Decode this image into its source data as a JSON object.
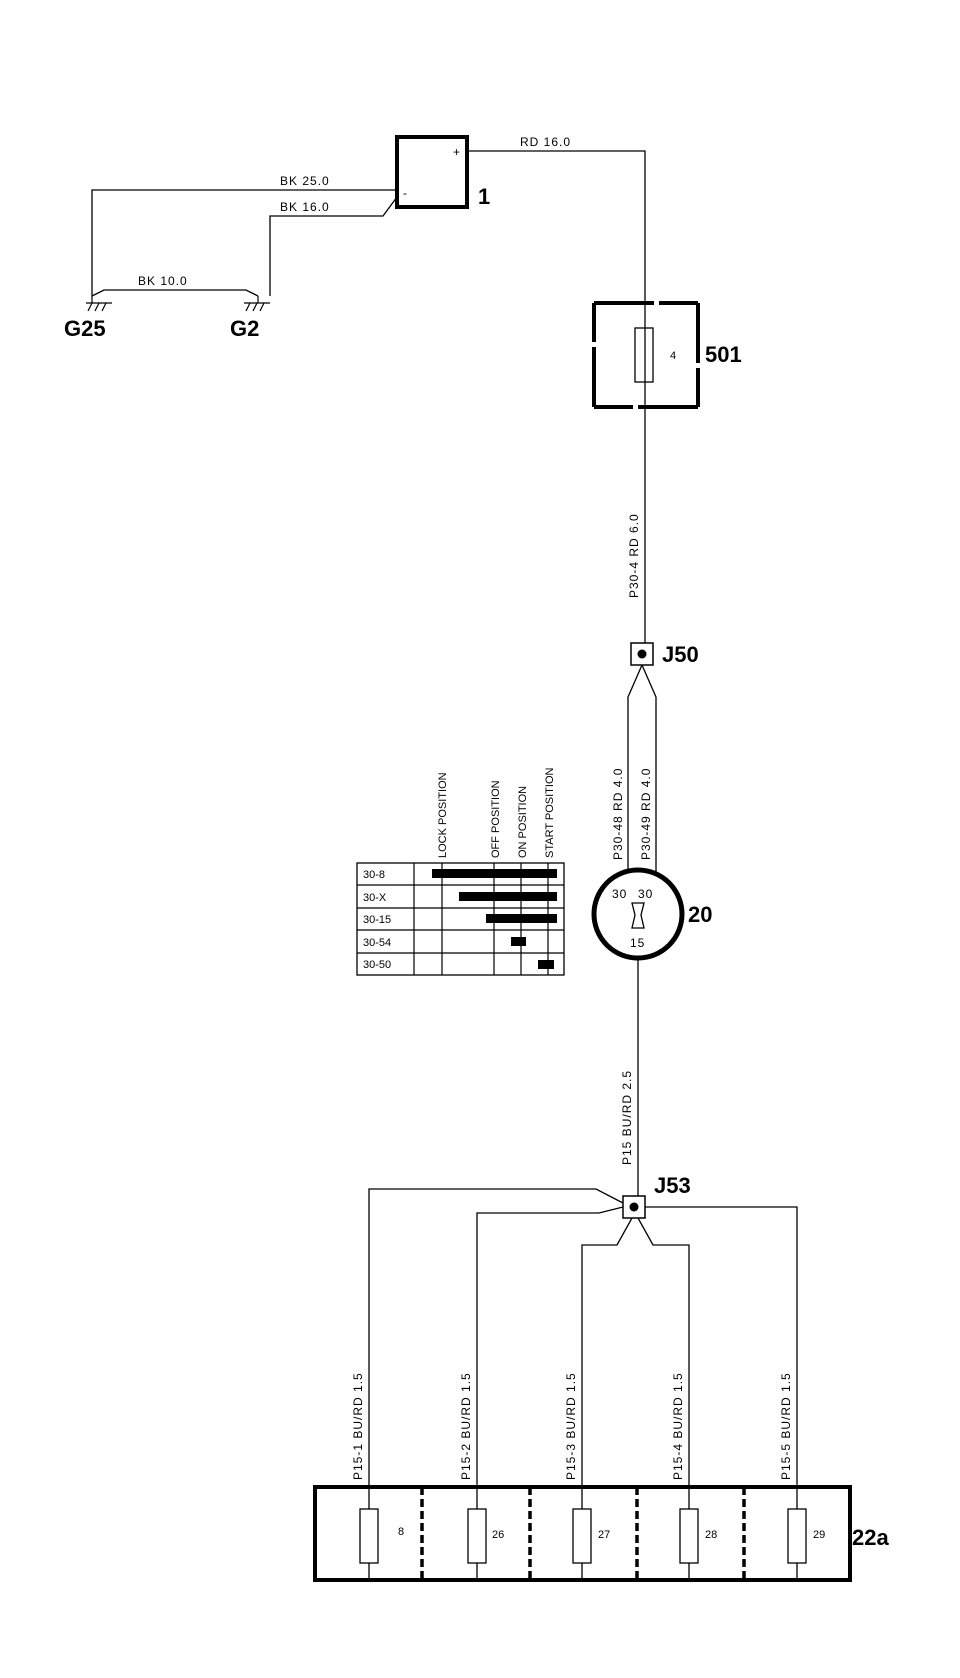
{
  "components": {
    "battery": "1",
    "fuse_box": "501",
    "fuse_box_fuse": "4",
    "junction_j50": "J50",
    "ignition_switch": "20",
    "ignition_terminal_30a": "30",
    "ignition_terminal_30b": "30",
    "ignition_terminal_15": "15",
    "junction_j53": "J53",
    "fuse_panel": "22a",
    "ground_g25": "G25",
    "ground_g2": "G2",
    "battery_plus": "+",
    "battery_minus": "-"
  },
  "wires": {
    "rd_16": "RD  16.0",
    "bk_25": "BK  25.0",
    "bk_16": "BK  16.0",
    "bk_10": "BK  10.0",
    "p30_4": "P30-4     RD  6.0",
    "p30_48": "P30-48    RD  4.0",
    "p30_49": "P30-49    RD  4.0",
    "p15": "P15   BU/RD  2.5",
    "p15_1": "P15-1   BU/RD  1.5",
    "p15_2": "P15-2   BU/RD  1.5",
    "p15_3": "P15-3   BU/RD  1.5",
    "p15_4": "P15-4   BU/RD  1.5",
    "p15_5": "P15-5   BU/RD  1.5"
  },
  "fuses": [
    "8",
    "26",
    "27",
    "28",
    "29"
  ],
  "switch_table": {
    "headers": [
      "LOCK POSITION",
      "OFF POSITION",
      "ON POSITION",
      "START POSITION"
    ],
    "rows": [
      "30-8",
      "30-X",
      "30-15",
      "30-54",
      "30-50"
    ]
  }
}
